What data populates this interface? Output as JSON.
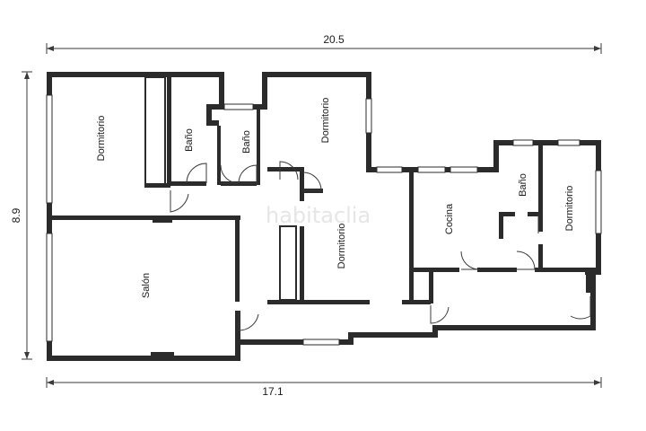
{
  "dimensions": {
    "top": "20.5",
    "bottom": "17.1",
    "left": "8.9"
  },
  "rooms": {
    "dormitorio_1": "Dormitorio",
    "bano_1": "Baño",
    "bano_2": "Baño",
    "dormitorio_2": "Dormitorio",
    "salon": "Salón",
    "dormitorio_3": "Dormitorio",
    "cocina": "Cocina",
    "bano_3": "Baño",
    "dormitorio_4": "Dormitorio"
  },
  "watermark": "habitaclia"
}
